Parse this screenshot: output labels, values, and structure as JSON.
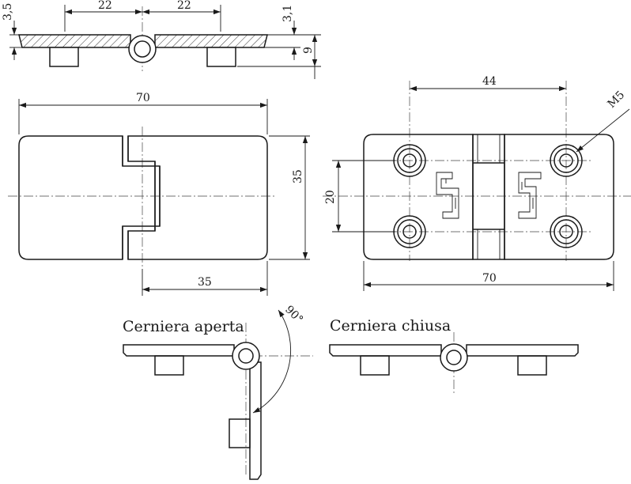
{
  "dimensions": {
    "top_left": "22",
    "top_right": "22",
    "top_thickness_left": "3,5",
    "top_thickness_right": "3,1",
    "top_height": "9",
    "front_width": "70",
    "front_height": "35",
    "front_half": "35",
    "back_spacing": "44",
    "back_thread": "M5",
    "back_vertical": "20",
    "back_width": "70",
    "angle": "90°"
  },
  "captions": {
    "open": "Cerniera aperta",
    "closed": "Cerniera chiusa"
  }
}
